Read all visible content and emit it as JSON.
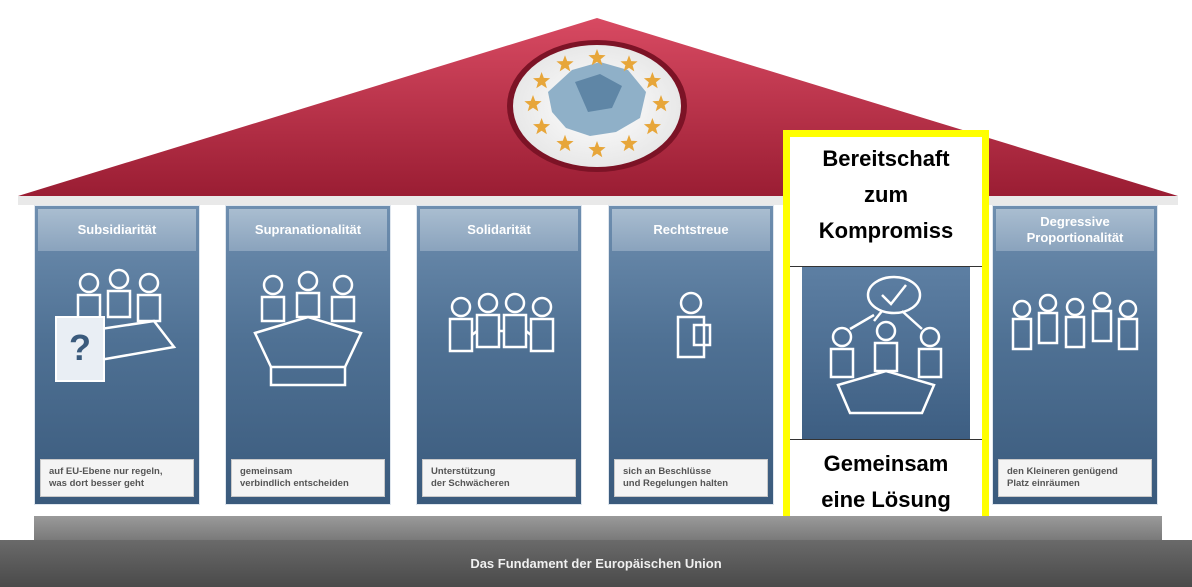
{
  "colors": {
    "roof": "#b8253f",
    "pillar": "#4f7194",
    "highlight": "#ffff00",
    "foundation": "#555555"
  },
  "emblem": "eu-stars-map-icon",
  "pillars": [
    {
      "title": "Subsidiarität",
      "caption": "auf EU-Ebene nur regeln,\nwas dort besser geht",
      "icon": "meeting-question-icon"
    },
    {
      "title": "Supranationalität",
      "caption": "gemeinsam\nverbindlich entscheiden",
      "icon": "meeting-table-icon"
    },
    {
      "title": "Solidarität",
      "caption": "Unterstützung\nder Schwächeren",
      "icon": "linked-people-icon"
    },
    {
      "title": "Rechtstreue",
      "caption": "sich an Beschlüsse\nund Regelungen halten",
      "icon": "person-document-icon"
    },
    {
      "title": "Degressive\nProportionalität",
      "caption": "den Kleineren genügend\nPlatz einräumen",
      "icon": "group-people-icon"
    }
  ],
  "highlight": {
    "title": "Bereitschaft\nzum\nKompromiss",
    "caption": "Gemeinsam\neine Lösung\nsuchen",
    "icon": "agreement-checkmark-icon"
  },
  "foundation": "Das Fundament der Europäischen Union"
}
